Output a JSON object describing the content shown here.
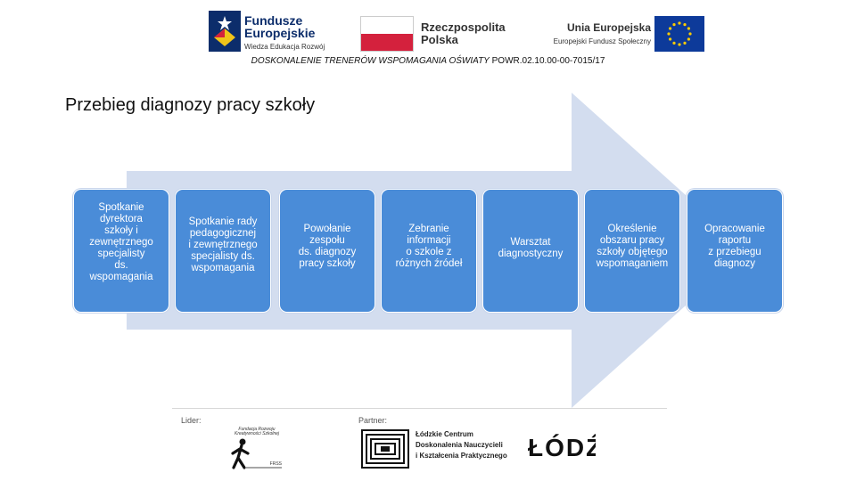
{
  "header": {
    "fe_logo": {
      "line1": "Fundusze",
      "line2": "Europejskie",
      "sub": "Wiedza Edukacja Rozwój"
    },
    "rp_logo": {
      "line1": "Rzeczpospolita",
      "line2": "Polska"
    },
    "ue_logo": {
      "title": "Unia Europejska",
      "sub": "Europejski Fundusz Społeczny"
    },
    "project_italic": "DOSKONALENIE TRENERÓW WSPOMAGANIA OŚWIATY",
    "project_code": " POWR.02.10.00-00-7015/17"
  },
  "title": "Przebieg diagnozy pracy szkoły",
  "steps": [
    "Spotkanie\ndyrektora\nszkoły i\nzewnętrznego\nspecjalisty\nds.\nwspomagania",
    "Spotkanie rady\npedagogicznej\ni zewnętrznego\nspecjalisty ds.\nwspomagania",
    "Powołanie\nzespołu\nds. diagnozy\npracy szkoły",
    "Zebranie\ninformacji\no szkole z\nróżnych źródeł",
    "Warsztat\ndiagnostyczny",
    "Określenie\nobszaru pracy\nszkoły objętego\nwspomaganiem",
    "Opracowanie\nraportu\nz przebiegu\ndiagnozy"
  ],
  "footer": {
    "lider_label": "Lider:",
    "partner_label": "Partner:",
    "frsk_text": "Fundacja Rozwoju Kreatywności Szkolnej",
    "frsk_code": "FRSS",
    "lcdn_lines": [
      "Łódzkie Centrum",
      "Doskonalenia Nauczycieli",
      "i Kształcenia Praktycznego"
    ],
    "rodo_text": "ŁÓDŹ"
  },
  "colors": {
    "arrow": "#d3ddef",
    "step_fill": "#4a8cd8",
    "flag_red": "#d4213d",
    "eu_blue": "#0d3a9a",
    "eu_star": "#ffcc00",
    "fe_navy": "#0c2d6b"
  }
}
